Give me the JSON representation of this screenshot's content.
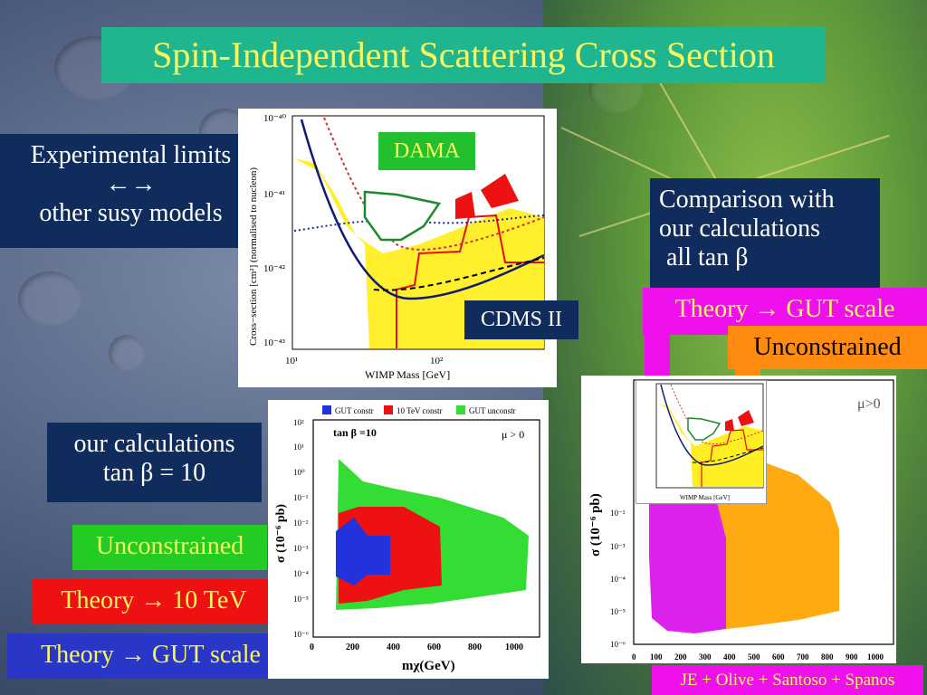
{
  "title": "Spin-Independent Scattering Cross Section",
  "experimental_box": {
    "line1": "Experimental limits",
    "arrows": "←→",
    "line2": "other susy models"
  },
  "comparison_box": {
    "line1": "Comparison with",
    "line2": "our calculations",
    "line3": "all tan β"
  },
  "calc_box": {
    "line1": "our calculations",
    "line2": "tan β = 10"
  },
  "legend_boxes": {
    "unconstrained_left": "Unconstrained",
    "theory_10tev": "Theory → 10 TeV",
    "theory_gut_left": "Theory → GUT scale",
    "theory_gut_right": "Theory → GUT scale",
    "unconstrained_right": "Unconstrained"
  },
  "credit": "JE + Olive + Santoso + Spanos",
  "plot_top": {
    "dama_label": "DAMA",
    "cdms_label": "CDMS II",
    "ylabel": "Cross−section [cm²] (normalised to nucleon)",
    "xlabel": "WIMP Mass [GeV]",
    "y_ticks": [
      "10⁻⁴⁰",
      "10⁻⁴¹",
      "10⁻⁴²",
      "10⁻⁴³"
    ],
    "x_ticks": [
      "10¹",
      "10²"
    ]
  },
  "plot_mid": {
    "legend": [
      "GUT constr",
      "10 TeV constr",
      "GUT unconstr"
    ],
    "tanb": "tan β =10",
    "mu": "μ > 0",
    "ylabel": "σ (10⁻⁶ pb)",
    "xlabel": "mχ(GeV)",
    "y_ticks": [
      "10²",
      "10¹",
      "10⁰",
      "10⁻¹",
      "10⁻²",
      "10⁻³",
      "10⁻⁴",
      "10⁻⁵",
      "10⁻⁶"
    ],
    "x_ticks": [
      "0",
      "200",
      "400",
      "600",
      "800",
      "1000"
    ]
  },
  "plot_right": {
    "mu": "μ>0",
    "ylabel": "σ (10⁻⁶ pb)",
    "y_ticks": [
      "10⁻²",
      "10⁻³",
      "10⁻⁴",
      "10⁻⁵",
      "10⁻⁶"
    ],
    "x_ticks": [
      "0",
      "100",
      "200",
      "300",
      "400",
      "500",
      "600",
      "700",
      "800",
      "900",
      "1000"
    ],
    "inset_xlabel": "WIMP Mass [GeV]"
  },
  "colors": {
    "title_bg": "#1fb58e",
    "title_text": "#f8f660",
    "navy": "#0f2c5c",
    "green": "#22cc22",
    "red": "#ee1111",
    "blue": "#2a36c8",
    "magenta": "#ee11ee",
    "orange": "#ff8c10",
    "yellow": "#f8f660"
  }
}
